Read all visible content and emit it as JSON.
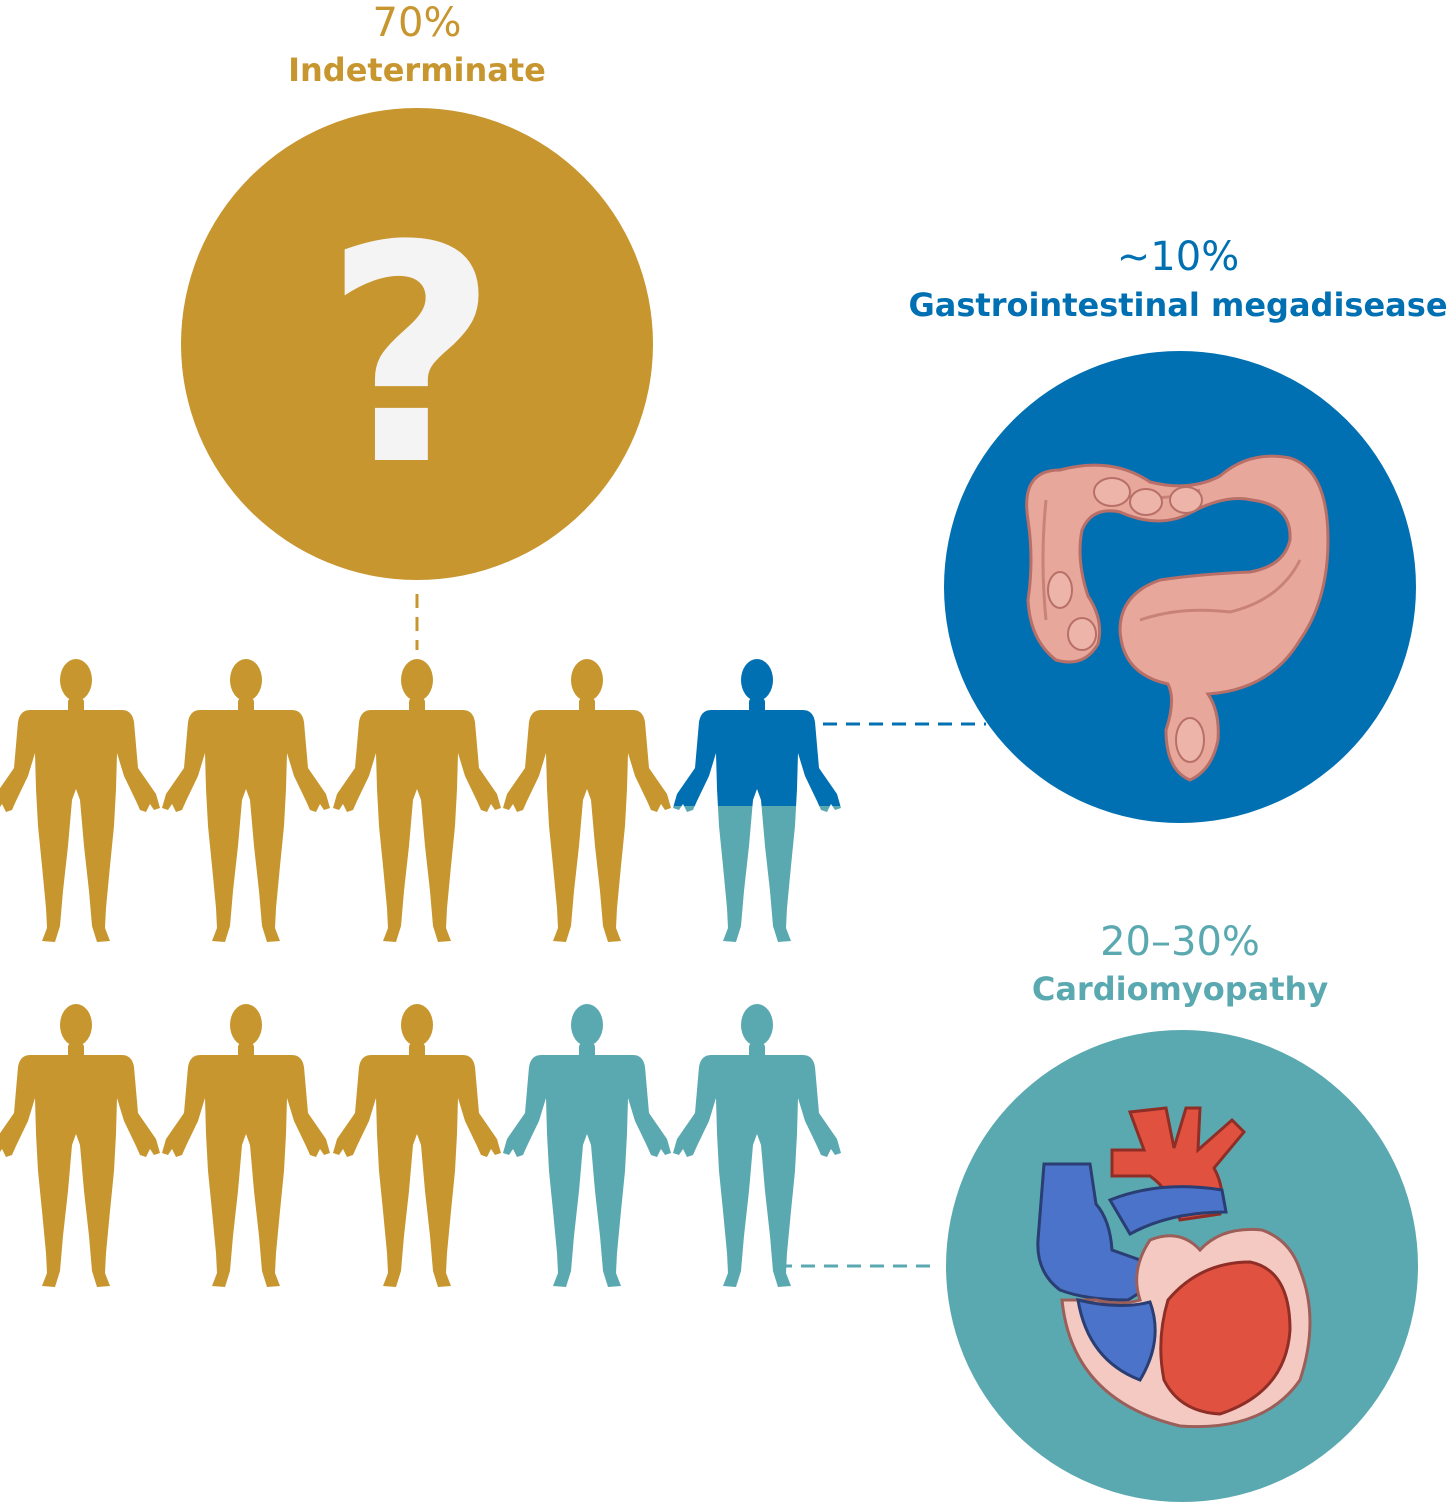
{
  "colors": {
    "indeterminate": "#C8962F",
    "gastrointestinal": "#0070B3",
    "cardiomyopathy": "#5BA9B0",
    "question_mark": "#F4F4F4",
    "intestine_fill": "#E8A79B",
    "intestine_stroke": "#B86F67",
    "heart_red": "#E0523F",
    "heart_blue": "#4A73C9",
    "heart_wall": "#F3C9C1"
  },
  "indeterminate": {
    "percent": "70%",
    "label": "Indeterminate",
    "icon": "question-mark-icon",
    "symbol": "?"
  },
  "gastrointestinal": {
    "percent": "~10%",
    "label": "Gastrointestinal megadisease",
    "icon": "large-intestine-icon"
  },
  "cardiomyopathy": {
    "percent": "20–30%",
    "label": "Cardiomyopathy",
    "icon": "heart-icon"
  },
  "people_grid": {
    "total_figures": 10,
    "rows": [
      [
        "indeterminate",
        "indeterminate",
        "indeterminate",
        "indeterminate",
        "split-gastrointestinal-cardiomyopathy"
      ],
      [
        "indeterminate",
        "indeterminate",
        "indeterminate",
        "cardiomyopathy",
        "cardiomyopathy"
      ]
    ]
  }
}
